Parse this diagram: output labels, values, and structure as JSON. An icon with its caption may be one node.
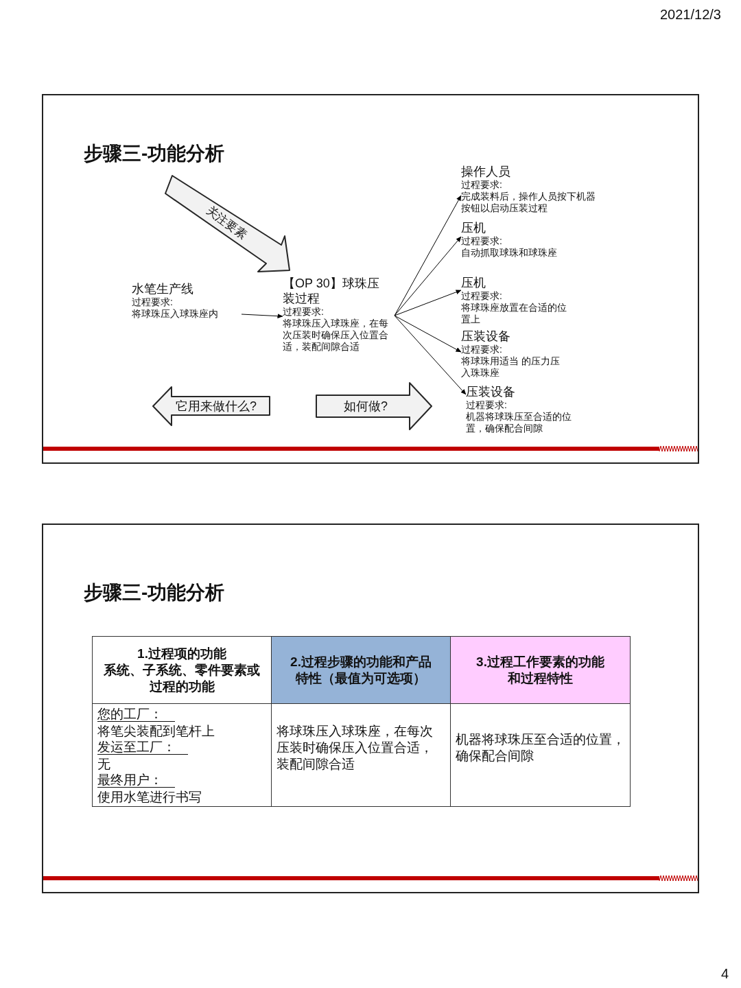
{
  "diagram": {
    "nodes": [
      {
        "text": [
          "步骤三-功能分析"
        ]
      },
      {
        "text": [
          "关注要素"
        ],
        "in": 0
      },
      {
        "text": [
          "水笔生产线",
          "过程要求:",
          "将球珠压入球珠座内"
        ],
        "in": 0
      },
      {
        "text": [
          "【OP 30】球珠压装过程",
          "过程要求:",
          "将球珠压入球珠座，在每次压装时确保压入位置合适，装配间隙合适"
        ],
        "in": 0
      },
      {
        "text": [
          "操作人员",
          "过程要求:",
          "完成装料后，操作人员按下机器按钮以启动压装过程"
        ],
        "in": 0
      },
      {
        "text": [
          "压机",
          "过程要求:",
          "自动抓取球珠和球珠座"
        ],
        "in": 0
      },
      {
        "text": [
          "压机",
          "过程要求:",
          "将球珠座放置在合适的位置上"
        ],
        "in": 0
      },
      {
        "text": [
          "压装设备",
          "过程要求:",
          "将球珠用适当 的压力压入珠珠座"
        ],
        "in": 0
      },
      {
        "text": [
          "压装设备",
          "过程要求:",
          "机器将球珠压至合适的位置，确保配合间隙"
        ],
        "in": 0
      },
      {
        "text": [
          "它用来做什么?"
        ],
        "in": 0
      },
      {
        "text": [
          "如何做?"
        ],
        "in": 0
      },
      {
        "text": [
          "步骤三-功能分析"
        ]
      }
    ],
    "edges": [
      {
        "from": 2,
        "to": 3,
        "arrow": "to"
      },
      {
        "from": 3,
        "to": 4,
        "arrow": "to"
      },
      {
        "from": 3,
        "to": 5,
        "arrow": "to"
      },
      {
        "from": 3,
        "to": 6,
        "arrow": "to"
      },
      {
        "from": 3,
        "to": 7,
        "arrow": "to"
      },
      {
        "from": 3,
        "to": 8,
        "arrow": "to"
      }
    ],
    "labels": [
      "2021/12/3",
      "1.过程项的功能",
      "系统、子系统、零件要素或过程的功能",
      "2.过程步骤的功能和产品特性（最值为可选项）",
      "3.过程工作要素的功能和过程特性",
      "您的工厂：",
      "将笔尖装配到笔杆上",
      "发运至工厂：",
      "无",
      "最终用户：",
      "使用水笔进行书写",
      "将球珠压入球珠座，在每次压装时确保压入位置合适，装配间隙合适",
      "机器将球珠压至合适的位置，确保配合间隙",
      "4"
    ]
  }
}
